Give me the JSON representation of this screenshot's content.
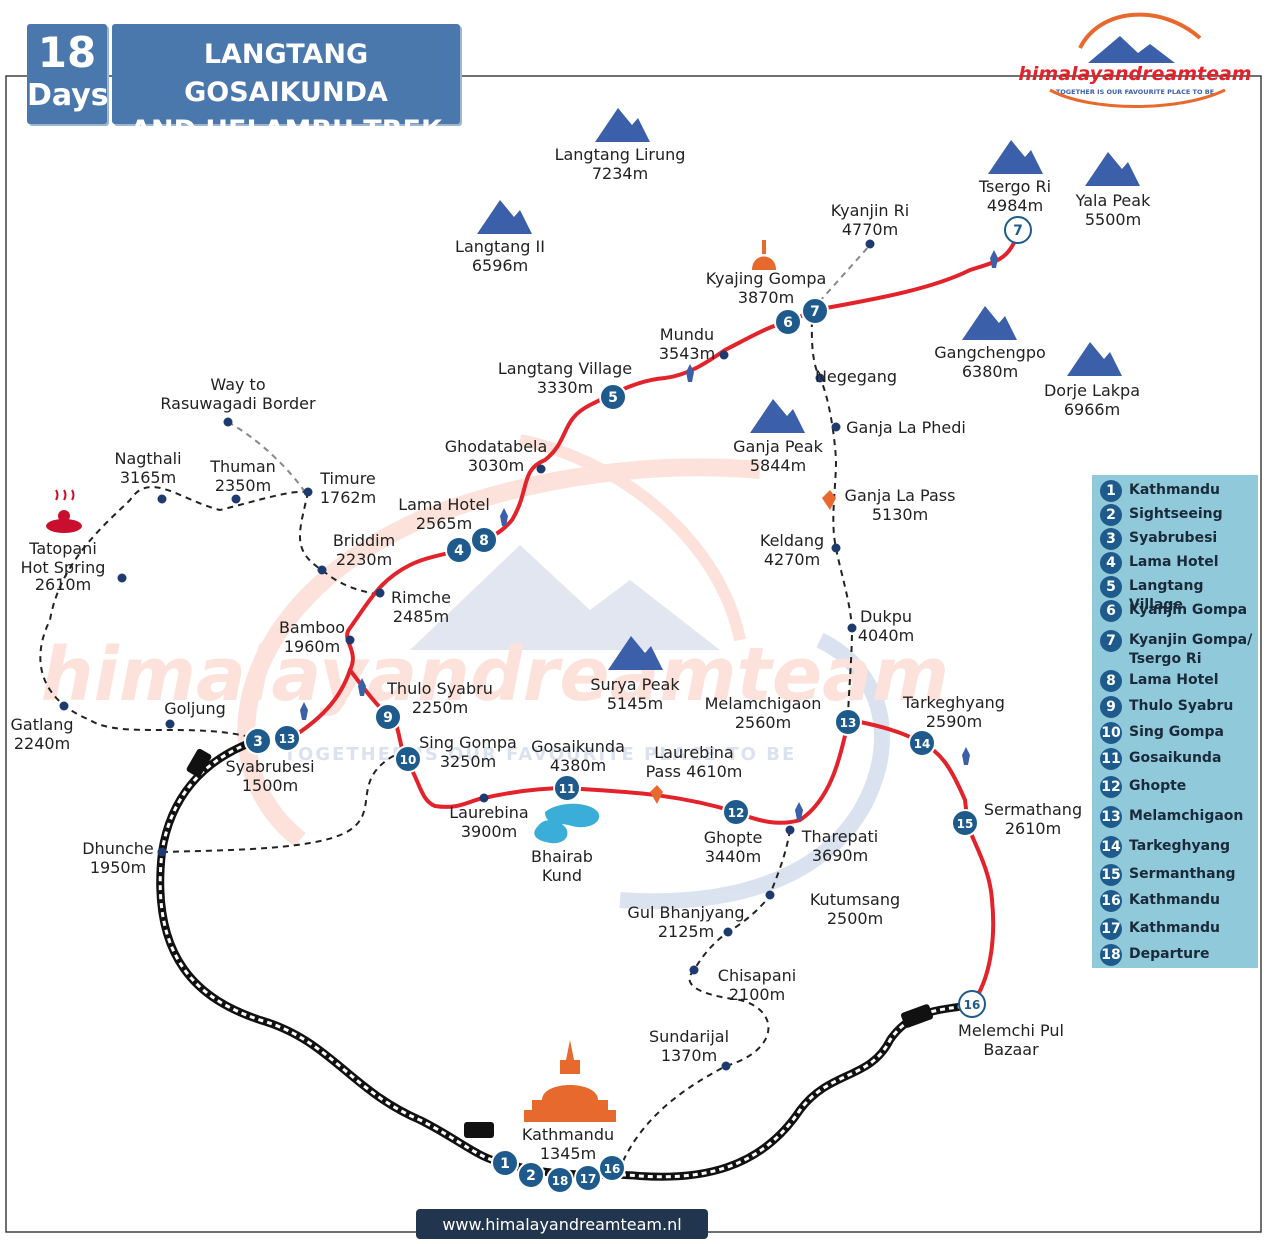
{
  "header": {
    "days_number": "18",
    "days_label": "Days",
    "title_line1": "LANGTANG GOSAIKUNDA",
    "title_line2": "AND HELAMBU TREK"
  },
  "logo": {
    "brand": "himalayandreamteam",
    "tagline": "TOGETHER IS OUR FAVOURITE PLACE TO BE",
    "watermark": "himalayandreamteam",
    "watermark_tagline": "TOGETHER IS OUR FAVOURITE PLACE TO BE"
  },
  "website": "www.himalayandreamteam.nl",
  "peaks": [
    {
      "name": "Langtang Lirung",
      "elev": "7234m"
    },
    {
      "name": "Langtang II",
      "elev": "6596m"
    },
    {
      "name": "Tsergo Ri",
      "elev": "4984m"
    },
    {
      "name": "Yala Peak",
      "elev": "5500m"
    },
    {
      "name": "Gangchengpo",
      "elev": "6380m"
    },
    {
      "name": "Dorje Lakpa",
      "elev": "6966m"
    },
    {
      "name": "Ganja Peak",
      "elev": "5844m"
    },
    {
      "name": "Surya Peak",
      "elev": "5145m"
    }
  ],
  "places": [
    {
      "name": "Kyanjin Ri",
      "elev": "4770m"
    },
    {
      "name": "Kyajing Gompa",
      "elev": "3870m"
    },
    {
      "name": "Mundu",
      "elev": "3543m"
    },
    {
      "name": "Langtang Village",
      "elev": "3330m"
    },
    {
      "name": "Ghodatabela",
      "elev": "3030m"
    },
    {
      "name": "Lama Hotel",
      "elev": "2565m"
    },
    {
      "name": "Way to",
      "elev": "Rasuwagadi Border"
    },
    {
      "name": "Nagthali",
      "elev": "3165m"
    },
    {
      "name": "Thuman",
      "elev": "2350m"
    },
    {
      "name": "Timure",
      "elev": "1762m"
    },
    {
      "name": "Briddim",
      "elev": "2230m"
    },
    {
      "name": "Rimche",
      "elev": "2485m"
    },
    {
      "name": "Tatopani",
      "elev": "Hot Spring"
    },
    {
      "name": "2610m",
      "elev": ""
    },
    {
      "name": "Bamboo",
      "elev": "1960m"
    },
    {
      "name": "Thulo Syabru",
      "elev": "2250m"
    },
    {
      "name": "Gatlang",
      "elev": "2240m"
    },
    {
      "name": "Goljung",
      "elev": ""
    },
    {
      "name": "Syabrubesi",
      "elev": "1500m"
    },
    {
      "name": "Sing Gompa",
      "elev": "3250m"
    },
    {
      "name": "Gosaikunda",
      "elev": "4380m"
    },
    {
      "name": "Laurebina",
      "elev": "Pass 4610m"
    },
    {
      "name": "Laurebina",
      "elev": "3900m"
    },
    {
      "name": "Bhairab",
      "elev": "Kund"
    },
    {
      "name": "Ghopte",
      "elev": "3440m"
    },
    {
      "name": "Tharepati",
      "elev": "3690m"
    },
    {
      "name": "Negegang",
      "elev": ""
    },
    {
      "name": "Ganja La Phedi",
      "elev": ""
    },
    {
      "name": "Ganja La Pass",
      "elev": "5130m"
    },
    {
      "name": "Keldang",
      "elev": "4270m"
    },
    {
      "name": "Dukpu",
      "elev": "4040m"
    },
    {
      "name": "Melamchigaon",
      "elev": "2560m"
    },
    {
      "name": "Tarkeghyang",
      "elev": "2590m"
    },
    {
      "name": "Sermathang",
      "elev": "2610m"
    },
    {
      "name": "Dhunche",
      "elev": "1950m"
    },
    {
      "name": "Kutumsang",
      "elev": "2500m"
    },
    {
      "name": "Gul Bhanjyang",
      "elev": "2125m"
    },
    {
      "name": "Chisapani",
      "elev": "2100m"
    },
    {
      "name": "Sundarijal",
      "elev": "1370m"
    },
    {
      "name": "Melemchi Pul",
      "elev": "Bazaar"
    },
    {
      "name": "Kathmandu",
      "elev": "1345m"
    }
  ],
  "stops": [
    "1",
    "2",
    "3",
    "4",
    "5",
    "6",
    "7",
    "7",
    "8",
    "9",
    "10",
    "11",
    "12",
    "13",
    "13",
    "14",
    "15",
    "16",
    "16",
    "17",
    "18"
  ],
  "legend": [
    {
      "num": "1",
      "label": "Kathmandu"
    },
    {
      "num": "2",
      "label": "Sightseeing"
    },
    {
      "num": "3",
      "label": "Syabrubesi"
    },
    {
      "num": "4",
      "label": "Lama Hotel"
    },
    {
      "num": "5",
      "label": "Langtang Village"
    },
    {
      "num": "6",
      "label": "Kyanjin Gompa"
    },
    {
      "num": "7",
      "label": "Kyanjin Gompa/ Tsergo Ri"
    },
    {
      "num": "8",
      "label": "Lama Hotel"
    },
    {
      "num": "9",
      "label": "Thulo Syabru"
    },
    {
      "num": "10",
      "label": "Sing Gompa"
    },
    {
      "num": "11",
      "label": "Gosaikunda"
    },
    {
      "num": "12",
      "label": "Ghopte"
    },
    {
      "num": "13",
      "label": "Melamchigaon"
    },
    {
      "num": "14",
      "label": "Tarkeghyang"
    },
    {
      "num": "15",
      "label": "Sermanthang"
    },
    {
      "num": "16",
      "label": "Kathmandu"
    },
    {
      "num": "17",
      "label": "Kathmandu"
    },
    {
      "num": "18",
      "label": "Departure"
    }
  ],
  "colors": {
    "route": "#e2232b",
    "trail": "#222222",
    "stop": "#1e5b8c",
    "peak": "#3b5fa8",
    "title_bg": "#4a78ad",
    "legend_bg": "#90c9da",
    "temple": "#e8692e",
    "lake": "#3aaed8"
  },
  "icons": [
    "mountain-icon",
    "stupa-icon",
    "gompa-icon",
    "hot-spring-icon",
    "hiker-icon",
    "jeep-icon",
    "pass-icon",
    "lake-icon"
  ]
}
